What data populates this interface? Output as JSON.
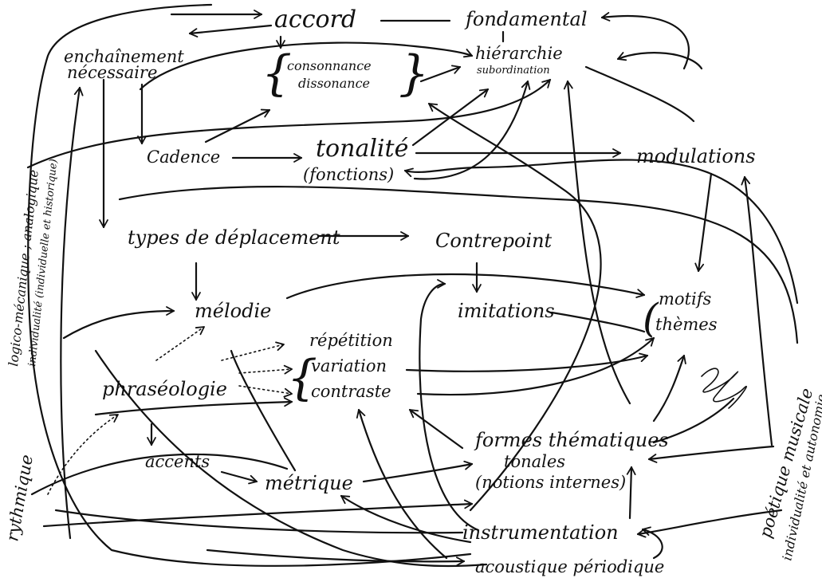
{
  "nodes": {
    "accord": "accord",
    "fondamental": "fondamental",
    "enchainement_1": "enchaînement",
    "enchainement_2": "nécessaire",
    "consonnance": "consonnance",
    "dissonance": "dissonance",
    "hierarchie": "hiérarchie",
    "subordination": "subordination",
    "cadence": "Cadence",
    "tonalite": "tonalité",
    "fonctions": "(fonctions)",
    "modulations": "modulations",
    "types_deplacement": "types de déplacement",
    "contrepoint": "Contrepoint",
    "melodie": "mélodie",
    "imitations": "imitations",
    "motifs": "motifs",
    "themes": "thèmes",
    "phraseologie": "phraséologie",
    "repetition": "répétition",
    "variation": "variation",
    "contraste": "contraste",
    "formes_thematiques": "formes thématiques",
    "tonales": "tonales",
    "notions_internes": "(notions internes)",
    "accents": "accents",
    "metrique": "métrique",
    "instrumentation": "instrumentation",
    "acoustique": "acoustique périodique",
    "rythmique": "rythmique",
    "logico_1": "logico-mécanique ; analogique",
    "logico_2": "individualité (individuelle et historique)",
    "poetique_1": "poétique musicale",
    "poetique_2": "individualité et autonomie"
  }
}
